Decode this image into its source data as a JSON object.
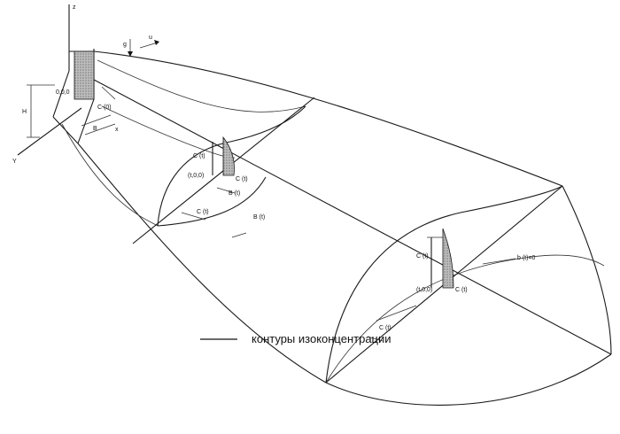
{
  "labels": {
    "z": "z",
    "g": "g",
    "wind": "u",
    "h": "H",
    "origin": "0,0,0",
    "c_source": "C (0)",
    "b_source": "B",
    "x": "x",
    "y": "Y",
    "c_mid": "C (t)",
    "origin_mid": "(t,0,0)",
    "c_mid_right": "C (t)",
    "b_mid": "B (t)",
    "c_mid_low": "C (t)",
    "b_mid_wide": "B (t)",
    "c_far": "C (t)",
    "origin_far": "(t,0,0)",
    "c_far_right": "C (t)",
    "b_far": "b (t)=0",
    "c_far_low": "C (t)"
  },
  "legend": {
    "text": "контуры изоконцентрации"
  }
}
